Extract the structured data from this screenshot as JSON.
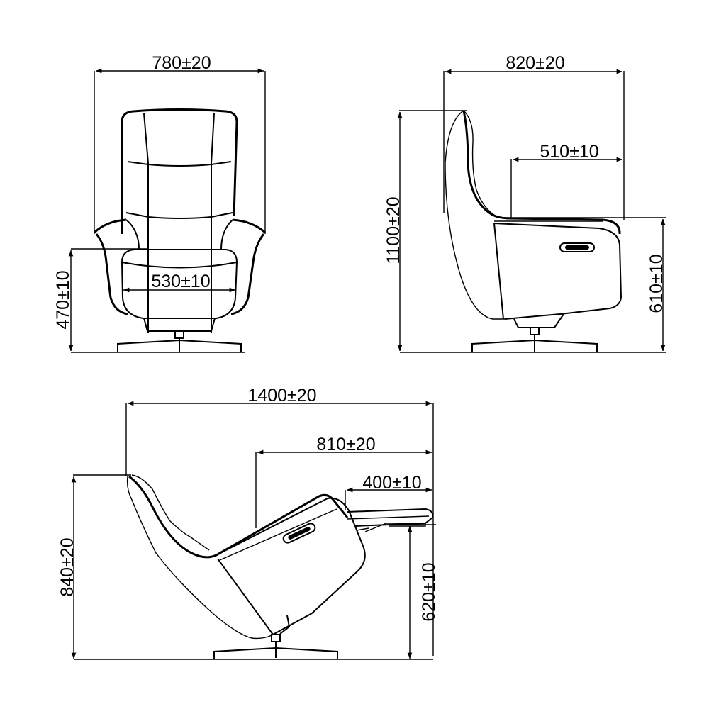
{
  "drawing": {
    "type": "furniture dimension drawing",
    "subject": "swivel recliner chair",
    "units": "mm"
  },
  "views": {
    "front": {
      "overall_width": "780±20",
      "seat_width": "530±10",
      "seat_height": "470±10"
    },
    "side": {
      "overall_depth": "820±20",
      "seat_depth": "510±10",
      "overall_height": "1100±20",
      "arm_height": "610±10"
    },
    "reclined": {
      "overall_length": "1400±20",
      "seat_to_footrest_length": "810±20",
      "footrest_length": "400±10",
      "overall_height": "840±20",
      "footrest_height": "620±10"
    }
  },
  "colors": {
    "line": "#000000",
    "background": "#ffffff"
  }
}
